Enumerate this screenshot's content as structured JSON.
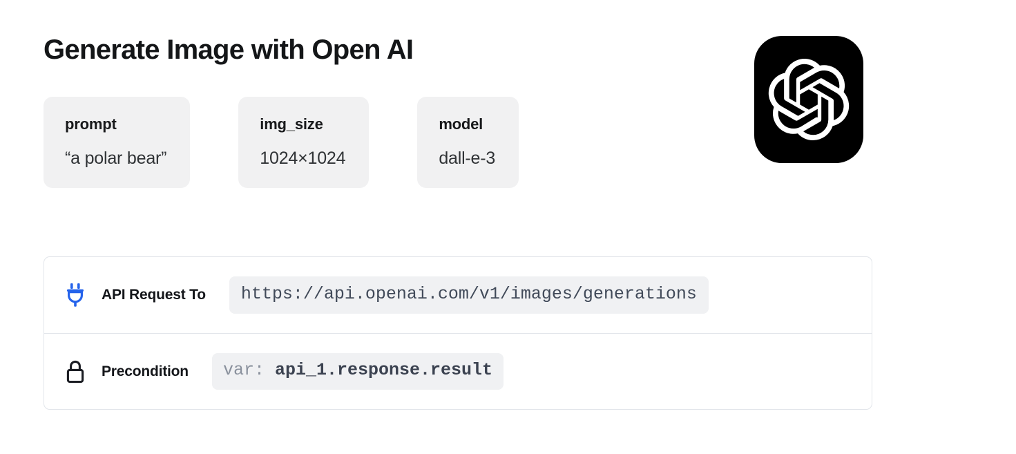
{
  "header": {
    "title": "Generate Image with Open AI",
    "logo_icon": "openai-logo-icon",
    "logo_bg_color": "#000000",
    "logo_mark_color": "#FFFFFF"
  },
  "params": {
    "cards": [
      {
        "key": "prompt",
        "value": "“a polar bear”"
      },
      {
        "key": "img_size",
        "value": "1024×1024"
      },
      {
        "key": "model",
        "value": "dall-e-3"
      }
    ],
    "card_bg_color": "#F1F1F2"
  },
  "details": {
    "border_color": "#E2E5EA",
    "pill_bg_color": "#F0F1F3",
    "rows": [
      {
        "icon": "plug-icon",
        "icon_color": "#2563EB",
        "label": "API Request To",
        "value": "https://api.openai.com/v1/images/generations",
        "value_prefix": "",
        "value_style": "url"
      },
      {
        "icon": "lock-icon",
        "icon_color": "#1B1D23",
        "label": "Precondition",
        "value_prefix": "var:",
        "value": "api_1.response.result",
        "value_style": "variable"
      }
    ]
  }
}
